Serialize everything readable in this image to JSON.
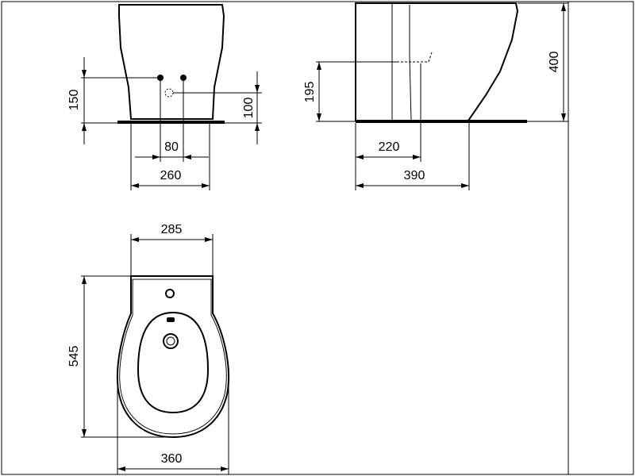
{
  "dimensions": {
    "front_height_150": "150",
    "front_height_100": "100",
    "front_width_80": "80",
    "front_width_260": "260",
    "side_height_195": "195",
    "side_height_400": "400",
    "side_depth_220": "220",
    "side_depth_390": "390",
    "top_width_285": "285",
    "top_length_545": "545",
    "top_width_360": "360"
  }
}
